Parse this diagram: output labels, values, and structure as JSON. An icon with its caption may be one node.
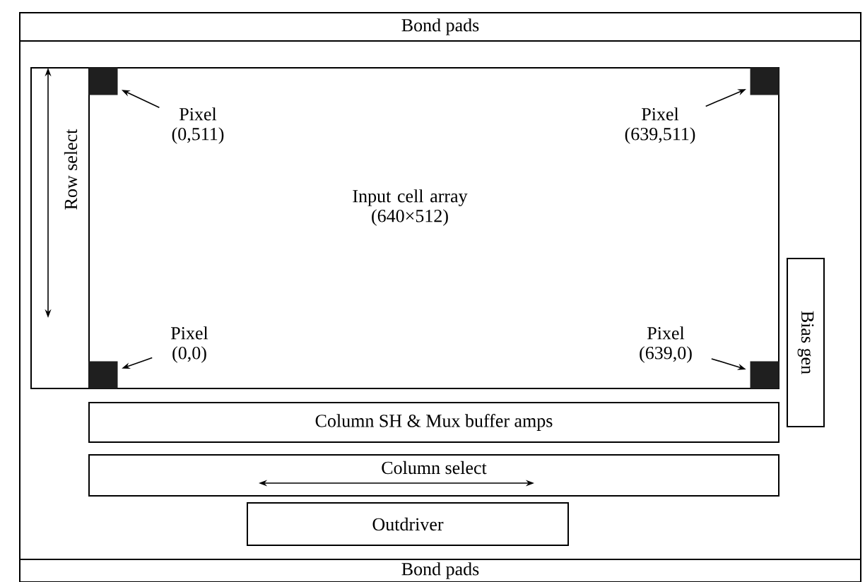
{
  "diagram": {
    "nodes": [
      {
        "text": [
          "Bond pads"
        ]
      },
      {
        "text": [
          "Row select"
        ]
      },
      {
        "text": [
          "Input cell array (640×512)"
        ]
      },
      {
        "text": [],
        "shape": "box",
        "in": 2
      },
      {
        "text": [
          "Pixel (0,511)"
        ],
        "in": 2
      },
      {
        "text": [
          "Pixel (639,511)"
        ],
        "in": 2
      },
      {
        "text": [],
        "shape": "box",
        "in": 2
      },
      {
        "text": [
          "Pixel (0,0)"
        ],
        "in": 2
      },
      {
        "text": [
          "Pixel (639,0)"
        ],
        "in": 2
      },
      {
        "text": [],
        "shape": "box",
        "in": 2
      },
      {
        "text": [],
        "shape": "box",
        "in": 2
      },
      {
        "text": [
          "Bias gen"
        ]
      },
      {
        "text": [
          "Column SH & Mux buffer amps"
        ]
      },
      {
        "text": [
          "Column select"
        ]
      },
      {
        "text": [
          "Outdriver"
        ]
      },
      {
        "text": [
          "Bond pads"
        ]
      }
    ],
    "edges": [
      {
        "from": 4,
        "to": 3,
        "arrow": "to"
      },
      {
        "from": 5,
        "to": 6,
        "arrow": "to"
      },
      {
        "from": 7,
        "to": 9,
        "arrow": "to"
      },
      {
        "from": 8,
        "to": 10,
        "arrow": "to"
      }
    ]
  }
}
